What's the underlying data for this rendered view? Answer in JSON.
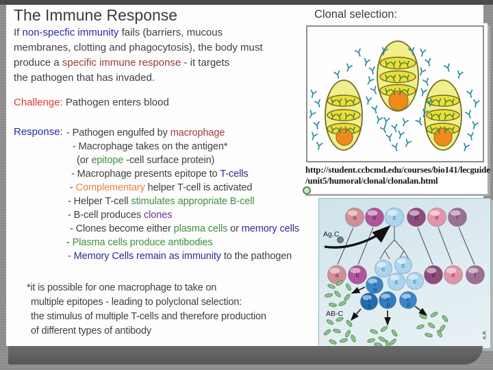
{
  "colors": {
    "body": "#3f3f3f",
    "blue": "#2a2aa4",
    "red": "#e03a2c",
    "darkred": "#9e3a36",
    "green": "#3f9040",
    "orange": "#e8833f",
    "purple": "#6f3099",
    "navy": "#2c2c94"
  },
  "slide": {
    "title": "The Immune Response",
    "intro_lines": [
      [
        {
          "t": "If "
        },
        {
          "t": "non-specfic immunity",
          "c": "blue"
        },
        {
          "t": " fails (barriers, mucous"
        }
      ],
      [
        {
          "t": "membranes, clotting and phagocytosis), the body must"
        }
      ],
      [
        {
          "t": "produce a "
        },
        {
          "t": "specific immune response",
          "c": "darkred"
        },
        {
          "t": " - it targets"
        }
      ],
      [
        {
          "t": "the pathogen that has invaded."
        }
      ]
    ],
    "challenge_runs": [
      {
        "t": "Challenge:",
        "c": "red"
      },
      {
        "t": " Pathogen enters blood"
      }
    ],
    "response_label_runs": [
      {
        "t": "Response:",
        "c": "blue"
      }
    ],
    "response_items": [
      [
        {
          "t": "- Pathogen engulfed by "
        },
        {
          "t": "macrophage",
          "c": "darkred"
        }
      ],
      [
        {
          "t": "- Macrophage takes on the antigen*"
        }
      ],
      [
        {
          "t": "(or "
        },
        {
          "t": "epitope",
          "c": "green"
        },
        {
          "t": " -cell surface protein)"
        }
      ],
      [
        {
          "t": "- Macrophage presents epitope to "
        },
        {
          "t": "T-cells",
          "c": "navy"
        }
      ],
      [
        {
          "t": "- "
        },
        {
          "t": "Complementary",
          "c": "orange"
        },
        {
          "t": " helper T-cell is activated"
        }
      ],
      [
        {
          "t": "- Helper T-cell "
        },
        {
          "t": "stimulates appropriate B-cell",
          "c": "green"
        }
      ],
      [
        {
          "t": "- B-cell produces "
        },
        {
          "t": "clones",
          "c": "purple"
        }
      ],
      [
        {
          "t": "- Clones become either "
        },
        {
          "t": "plasma cells",
          "c": "green"
        },
        {
          "t": " or "
        },
        {
          "t": "memory cells",
          "c": "navy"
        }
      ],
      [
        {
          "t": "- "
        },
        {
          "t": "Plasma cells produce antibodies",
          "c": "green"
        }
      ],
      [
        {
          "t": "- "
        },
        {
          "t": "Memory Cells remain as immunity",
          "c": "navy"
        },
        {
          "t": " to the pathogen"
        }
      ]
    ],
    "footnote_lines": [
      "*it is possible for one macrophage to take on",
      "multiple epitopes - leading to polyclonal selection:",
      "the stimulus of multiple T-cells and therefore production",
      "of different types of antibody"
    ]
  },
  "clonal_panel": {
    "heading": "Clonal selection:",
    "url_line1": "http://student.ccbcmd.edu/courses/bio141/lecguide",
    "url_line2": "/unit5/humoral/clonal/clonalan.html",
    "icon": "globe-icon"
  },
  "selection_diagram": {
    "ag_label": "Ag.C",
    "ab_label": "AB-C",
    "credit": "K.R.",
    "b_cell_row": [
      {
        "label": "a",
        "fill": "#d18e95",
        "label_color": "#7c2b3b"
      },
      {
        "label": "b",
        "fill": "#b0549b",
        "label_color": "#571c4b"
      },
      {
        "label": "c",
        "fill": "#a9d5ef",
        "label_color": "#1d6094"
      },
      {
        "label": "d",
        "fill": "#8e4b7c",
        "label_color": "#401a35"
      },
      {
        "label": "e",
        "fill": "#e295aa",
        "label_color": "#87304a"
      },
      {
        "label": "f",
        "fill": "#9c7095",
        "label_color": "#463052"
      }
    ],
    "second_row_labels": [
      "a",
      "b",
      "d",
      "e",
      "f"
    ],
    "clone_label": "c",
    "plasma_label": "c",
    "plasma_sub": "p",
    "clone_fill": "#a9d5ef",
    "clone_label_color": "#1d6094",
    "plasma_fills": [
      "#3a86c6",
      "#1f6dac",
      "#2f7dbd",
      "#3a86c6"
    ],
    "plasma_label_color": "#0e3f66"
  }
}
